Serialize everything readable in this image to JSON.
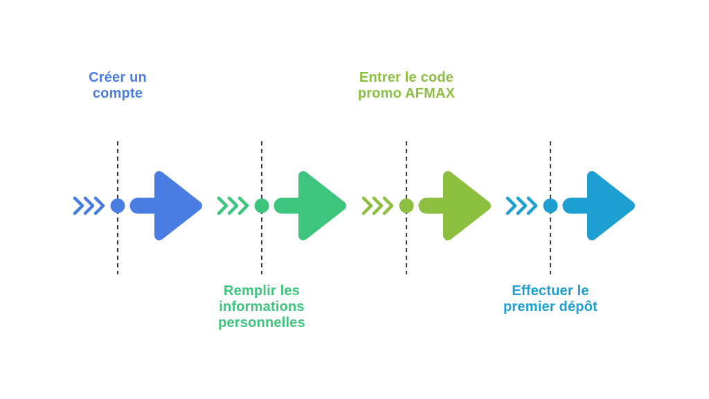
{
  "diagram": {
    "type": "horizontal-process-flow",
    "background_color": "#ffffff",
    "dashed_line_color": "#3d3d3d",
    "icons": {
      "chevrons": "triple-chevron-right-icon",
      "dot": "milestone-dot-icon",
      "arrow": "arrow-right-icon",
      "divider": "vertical-dashed-line"
    },
    "steps": [
      {
        "order": 1,
        "label": "Créer un\ncompte",
        "label_position": "top",
        "color": "#4a7de2"
      },
      {
        "order": 2,
        "label": "Remplir les\ninformations\npersonnelles",
        "label_position": "bottom",
        "color": "#3dc47d"
      },
      {
        "order": 3,
        "label": "Entrer le code\npromo AFMAX",
        "label_position": "top",
        "color": "#8cbf40"
      },
      {
        "order": 4,
        "label": "Effectuer le\npremier dépôt",
        "label_position": "bottom",
        "color": "#1e9fd2"
      }
    ]
  }
}
